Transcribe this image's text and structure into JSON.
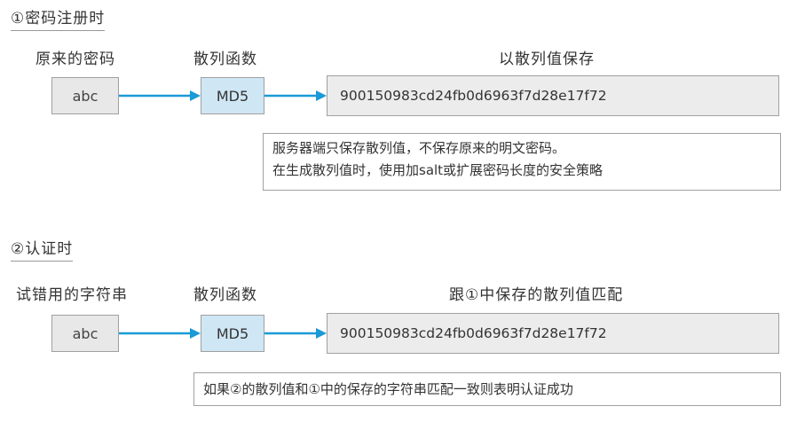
{
  "section1": {
    "title": "①密码注册时",
    "label_original": "原来的密码",
    "label_hash_fn": "散列函数",
    "label_store": "以散列值保存",
    "input": "abc",
    "function": "MD5",
    "hash": "900150983cd24fb0d6963f7d28e17f72",
    "note_line1": "服务器端只保存散列值，不保存原来的明文密码。",
    "note_line2": "在生成散列值时，使用加salt或扩展密码长度的安全策略"
  },
  "section2": {
    "title": "②认证时",
    "label_trial": "试错用的字符串",
    "label_hash_fn": "散列函数",
    "label_match": "跟①中保存的散列值匹配",
    "input": "abc",
    "function": "MD5",
    "hash": "900150983cd24fb0d6963f7d28e17f72",
    "note": "如果②的散列值和①中的保存的字符串匹配一致则表明认证成功"
  },
  "colors": {
    "arrow": "#1a9ad6",
    "function_box": "#cfe6f5",
    "value_box": "#e8e8e8"
  }
}
